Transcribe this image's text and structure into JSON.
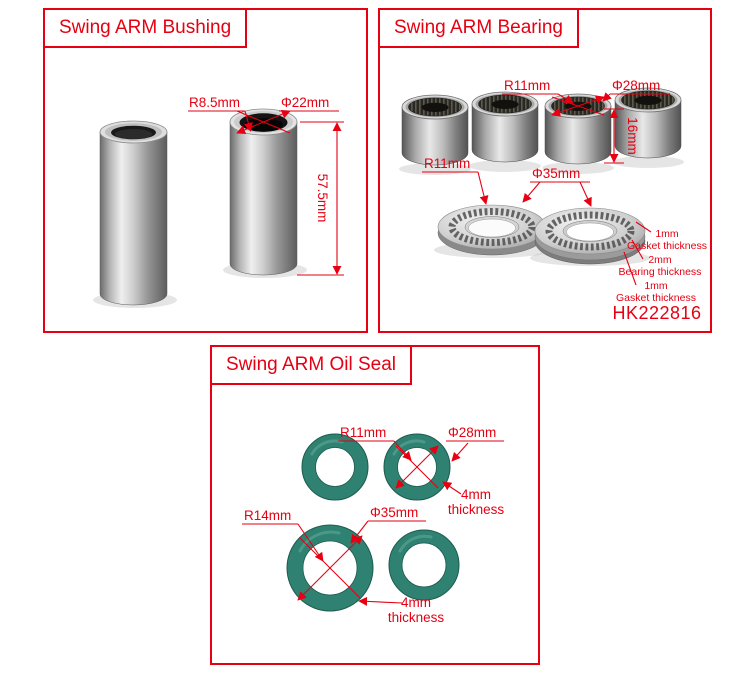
{
  "colors": {
    "accent_red": "#e60012",
    "seal_green": "#2f8172"
  },
  "bushing_panel": {
    "title": "Swing ARM Bushing",
    "radius_label": "R8.5mm",
    "diameter_label": "Φ22mm",
    "height_label": "57.5mm"
  },
  "bearing_panel": {
    "title": "Swing ARM Bearing",
    "cup_radius_label": "R11mm",
    "cup_diameter_label": "Φ28mm",
    "cup_height_label": "16mm",
    "washer_radius_label": "R11mm",
    "washer_diameter_label": "Φ35mm",
    "gasket_top_value": "1mm",
    "gasket_top_label": "Gasket thickness",
    "bearing_mid_value": "2mm",
    "bearing_mid_label": "Bearing thickness",
    "gasket_bottom_value": "1mm",
    "gasket_bottom_label": "Gasket thickness",
    "part_number": "HK222816"
  },
  "oil_seal_panel": {
    "title": "Swing ARM Oil Seal",
    "small_radius_label": "R11mm",
    "small_diameter_label": "Φ28mm",
    "small_thickness_value": "4mm",
    "small_thickness_unit": "thickness",
    "large_radius_label": "R14mm",
    "large_diameter_label": "Φ35mm",
    "large_thickness_value": "4mm",
    "large_thickness_unit": "thickness"
  }
}
